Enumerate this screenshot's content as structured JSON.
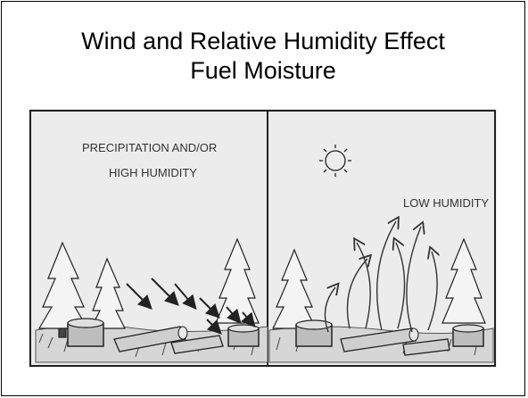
{
  "slide": {
    "title_line1": "Wind and Relative Humidity Effect",
    "title_line2": "Fuel Moisture"
  },
  "illustration": {
    "left_panel": {
      "label_line1": "PRECIPITATION AND/OR",
      "label_line2": "HIGH HUMIDITY"
    },
    "right_panel": {
      "label": "LOW HUMIDITY"
    },
    "icons": [
      "sun-icon",
      "tree-icon",
      "stump-icon",
      "log-icon",
      "arrow-icon"
    ]
  }
}
